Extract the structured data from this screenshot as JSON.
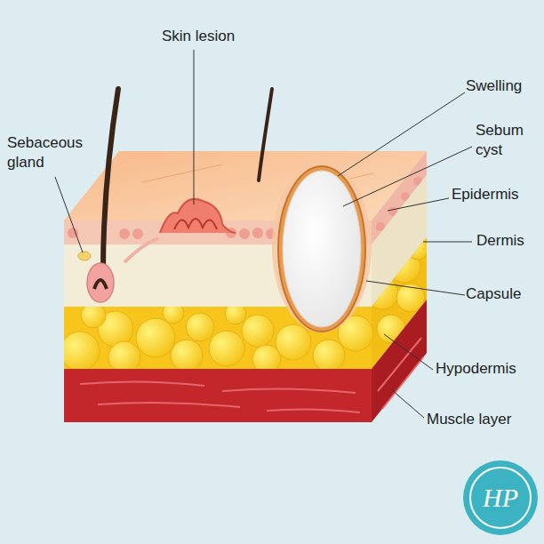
{
  "diagram": {
    "labels": [
      "Skin lesion",
      "Sebaceous gland",
      "Swelling",
      "Sebum cyst",
      "Epidermis",
      "Dermis",
      "Capsule",
      "Hypodermis",
      "Muscle layer",
      "HP"
    ]
  }
}
